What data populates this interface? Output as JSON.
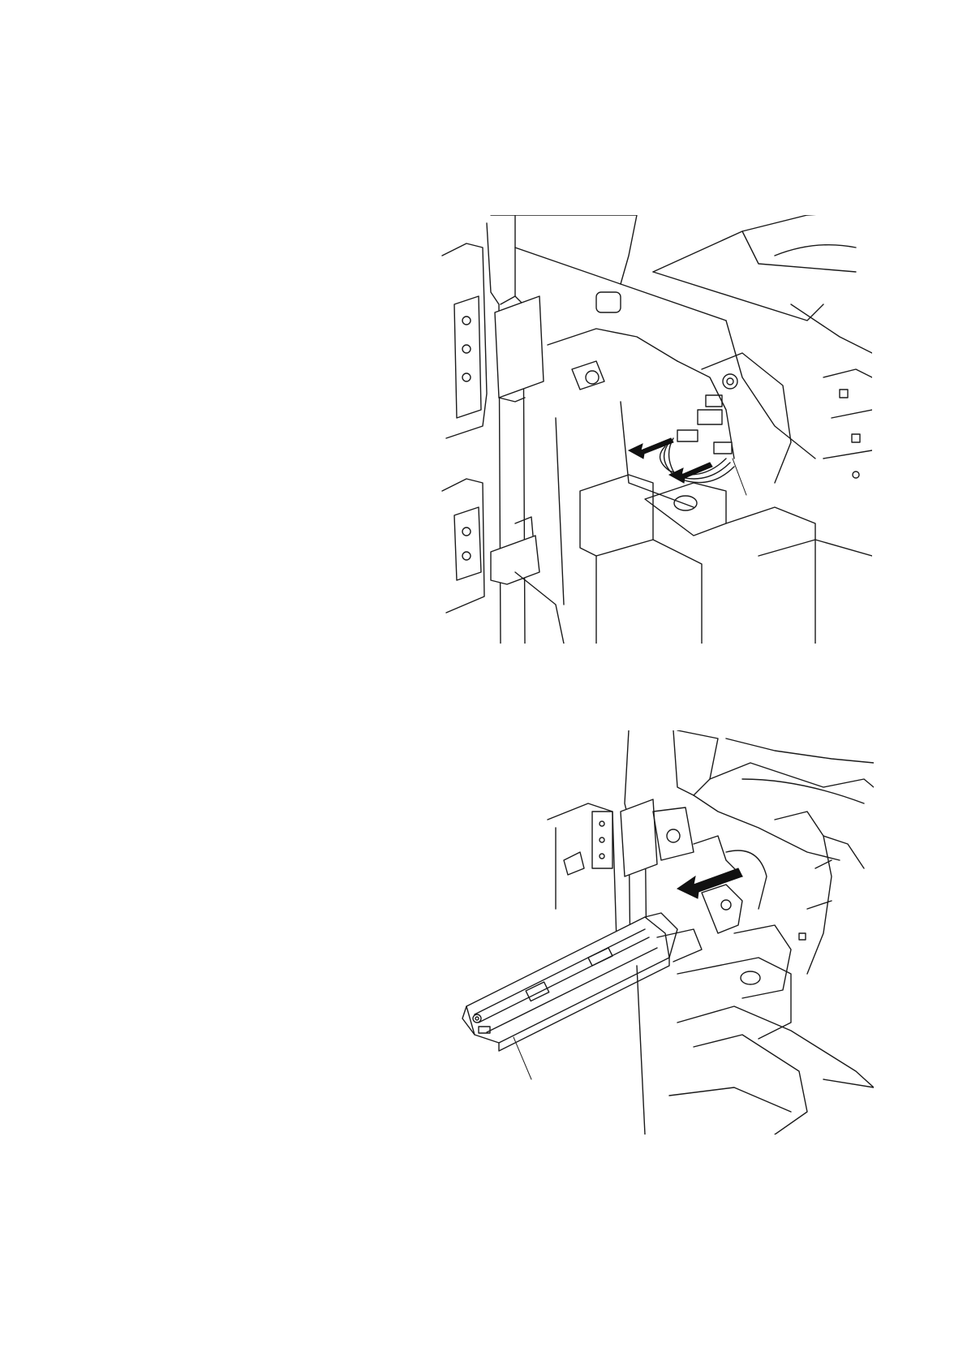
{
  "page": {
    "background": "#ffffff",
    "line_color": "#1a1a1a"
  },
  "figures": [
    {
      "id": "figure-1",
      "subject": "disconnecting-connectors",
      "arrows": 2,
      "arrow_direction": "outward-left"
    },
    {
      "id": "figure-2",
      "subject": "pulling-out-drum-unit",
      "arrows": 1,
      "arrow_direction": "outward-left"
    }
  ]
}
